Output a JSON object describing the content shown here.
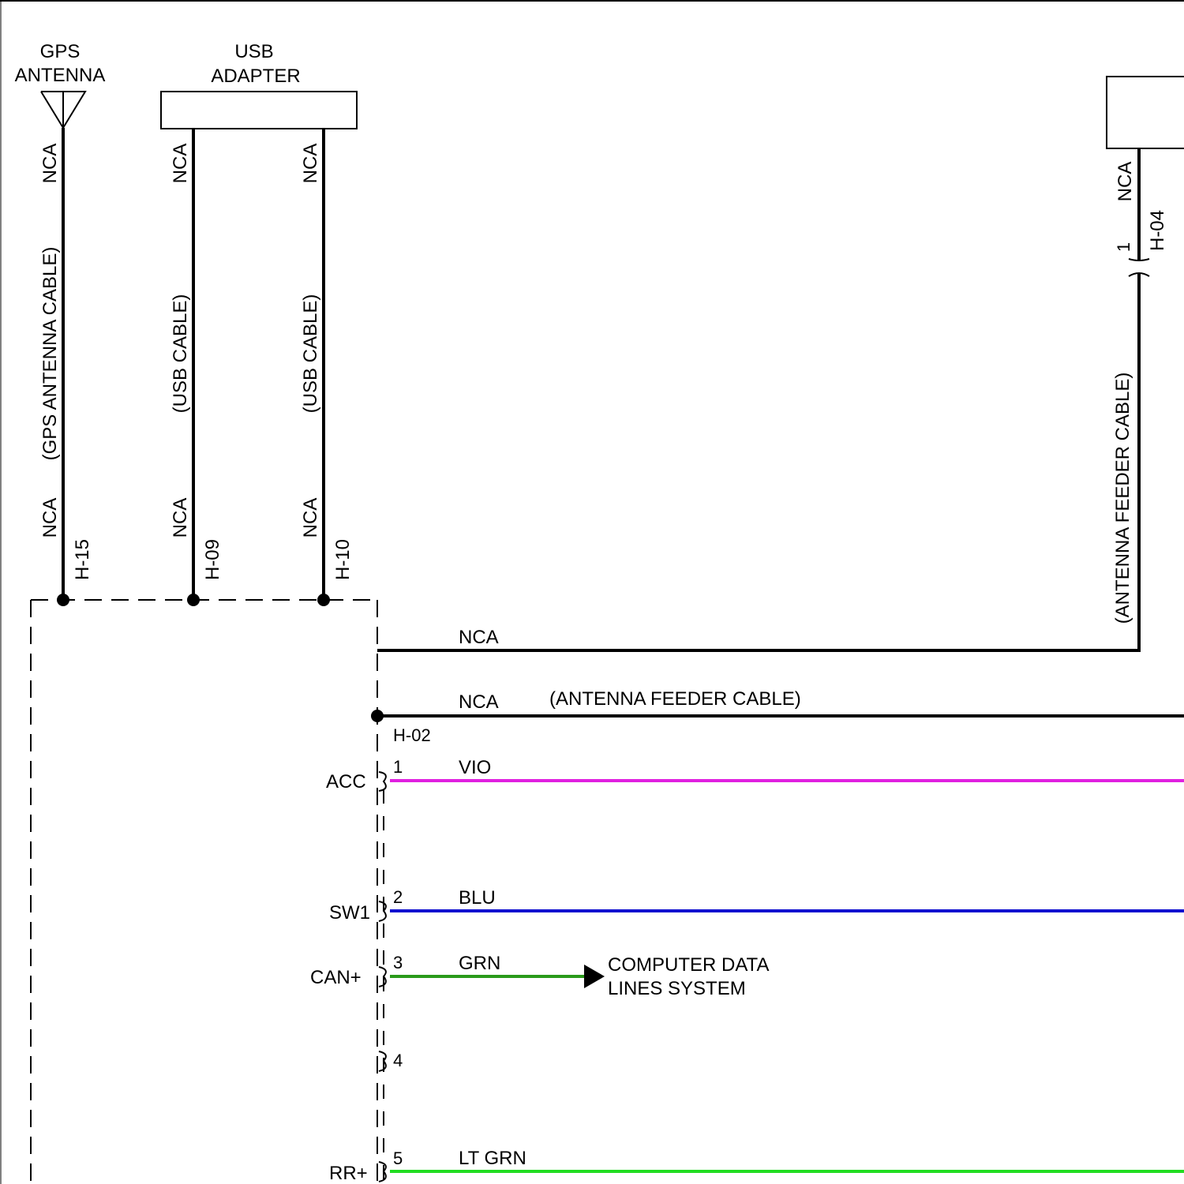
{
  "components": {
    "gps_antenna": {
      "line1": "GPS",
      "line2": "ANTENNA"
    },
    "usb_adapter": {
      "line1": "USB",
      "line2": "ADAPTER"
    }
  },
  "cables": {
    "gps": {
      "top_nca": "NCA",
      "desc": "(GPS ANTENNA CABLE)",
      "bottom_nca": "NCA",
      "connector": "H-15"
    },
    "usb1": {
      "top_nca": "NCA",
      "desc": "(USB CABLE)",
      "bottom_nca": "NCA",
      "connector": "H-09"
    },
    "usb2": {
      "top_nca": "NCA",
      "desc": "(USB CABLE)",
      "bottom_nca": "NCA",
      "connector": "H-10"
    },
    "feeder_right": {
      "top_nca": "NCA",
      "pin": "1",
      "connector": "H-04",
      "desc": "(ANTENNA FEEDER CABLE)",
      "bottom_nca": "NCA"
    },
    "feeder_main": {
      "nca": "NCA",
      "desc": "(ANTENNA FEEDER CABLE)",
      "connector": "H-02"
    }
  },
  "pins": [
    {
      "num": "1",
      "signal": "ACC",
      "color_code": "VIO",
      "wire_color": "#e020e0"
    },
    {
      "num": "2",
      "signal": "SW1",
      "color_code": "BLU",
      "wire_color": "#1010d0"
    },
    {
      "num": "3",
      "signal": "CAN+",
      "color_code": "GRN",
      "wire_color": "#2a9a1a"
    },
    {
      "num": "4",
      "signal": "",
      "color_code": "",
      "wire_color": ""
    },
    {
      "num": "5",
      "signal": "RR+",
      "color_code": "LT GRN",
      "wire_color": "#22dd22"
    }
  ],
  "destination": {
    "line1": "COMPUTER DATA",
    "line2": "LINES SYSTEM"
  }
}
